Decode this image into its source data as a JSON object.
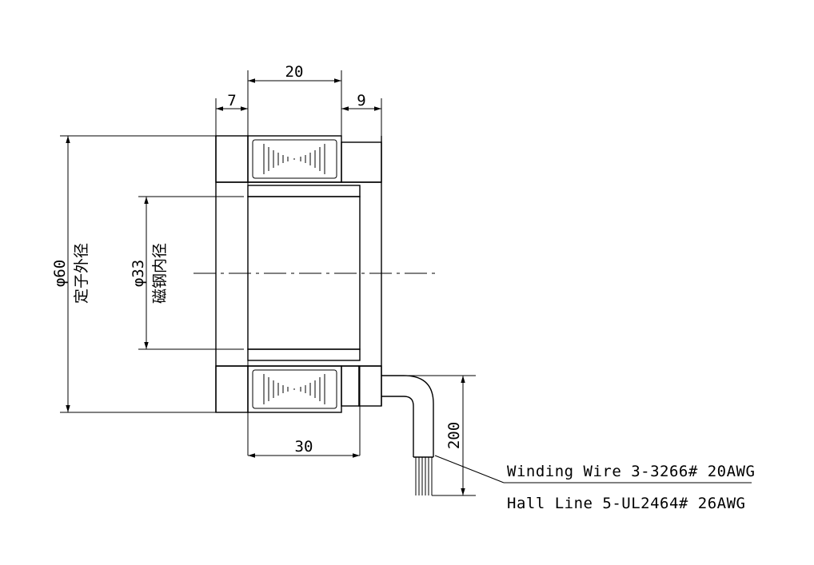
{
  "dimensions": {
    "stator_length": "20",
    "left_offset": "7",
    "right_offset": "9",
    "magnet_length": "30",
    "lead_length": "200",
    "stator_od": "φ60",
    "stator_od_label": "定子外径",
    "magnet_id": "φ33",
    "magnet_id_label": "磁钢内径"
  },
  "notes": {
    "winding_wire": "Winding Wire 3-3266# 20AWG",
    "hall_line": "Hall Line 5-UL2464# 26AWG"
  }
}
